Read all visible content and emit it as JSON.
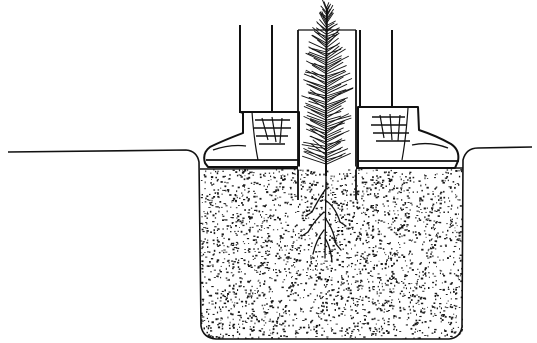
{
  "illustration": {
    "ink_color": "#111111",
    "paper_color": "#ffffff",
    "soil_speckle_color": "#1a1a1a",
    "elements": [
      "ground-line",
      "planting-hole",
      "backfill-soil",
      "seedling",
      "seedling-roots",
      "left-boot",
      "right-boot",
      "left-trouser-leg",
      "right-trouser-leg"
    ]
  }
}
